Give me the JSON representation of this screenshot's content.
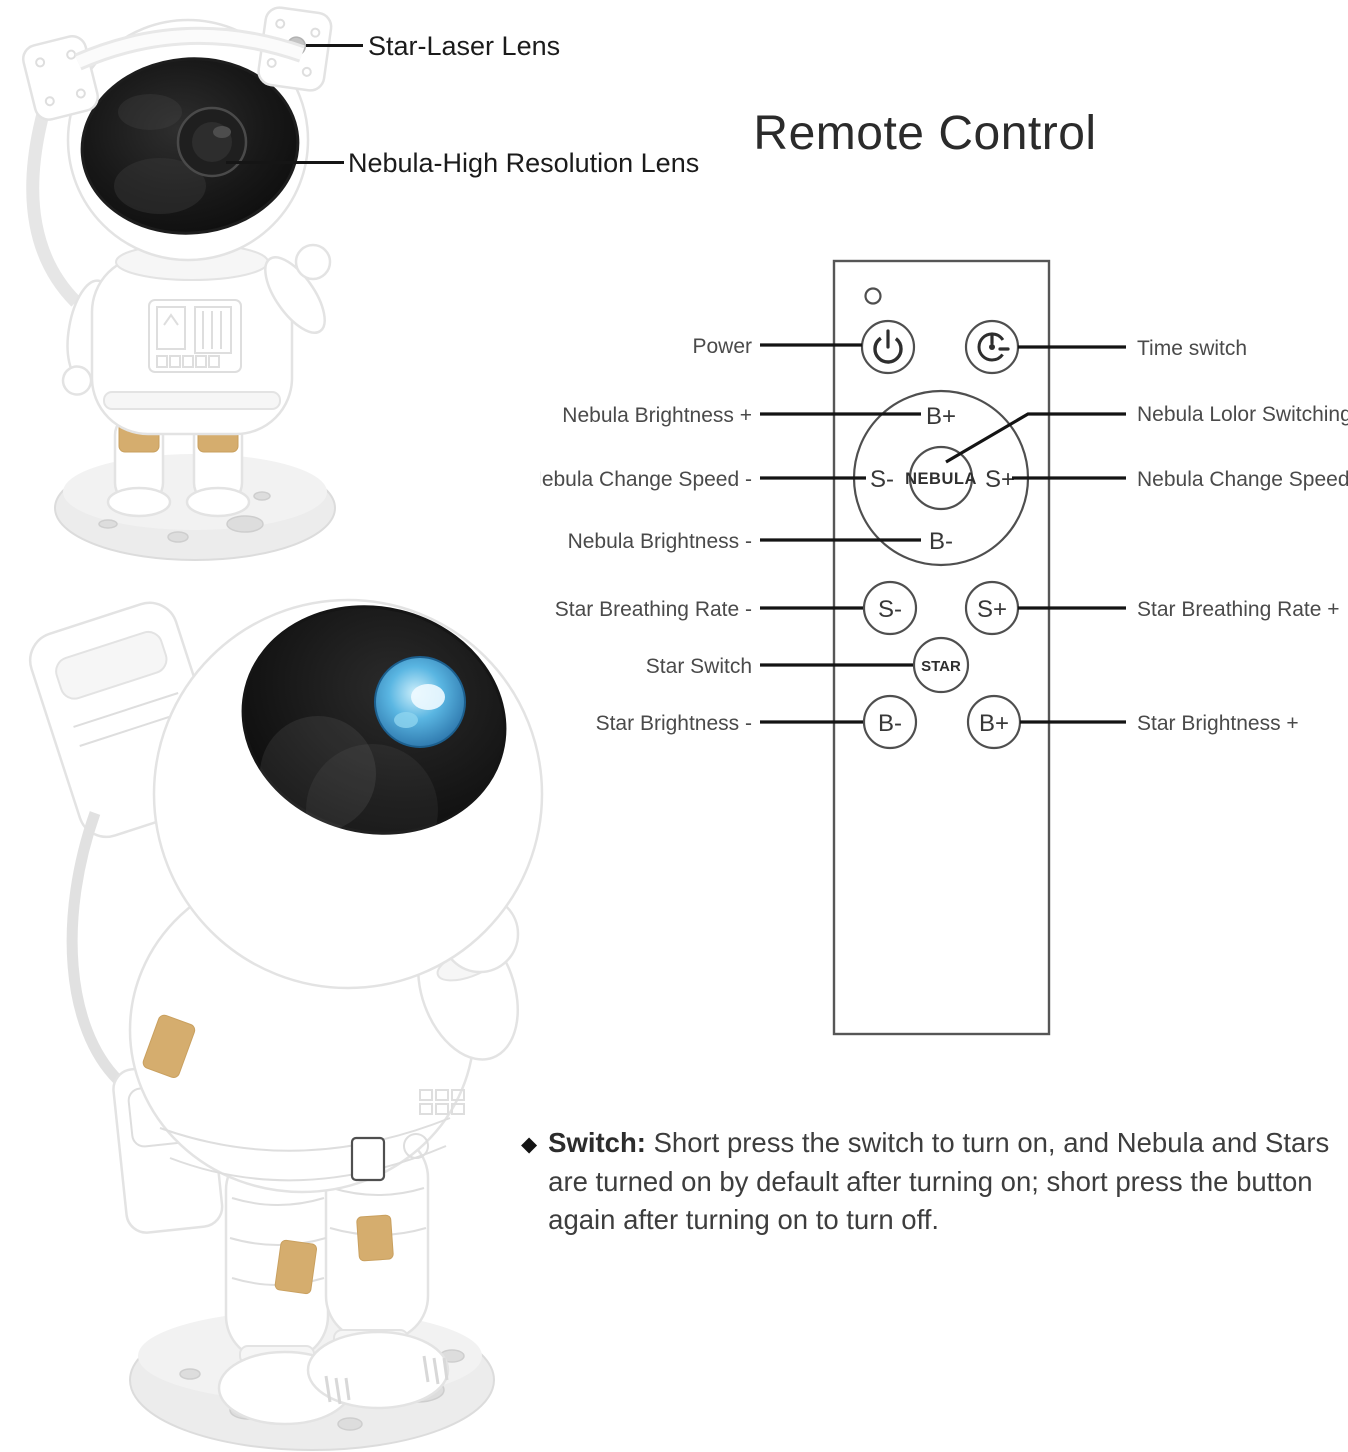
{
  "page": {
    "background": "#ffffff"
  },
  "colors": {
    "title_text": "#2b2b2b",
    "label_text": "#4a4a4a",
    "callout_line": "#151515",
    "remote_outline": "#565656",
    "suit_gold": "#d5ad6e",
    "lens_blue": "#4aa9d8",
    "visor_black": "#141414"
  },
  "icons": {
    "power": "power-icon",
    "time": "timer-clock-icon",
    "led": "led-indicator-dot",
    "bullet": "diamond-bullet"
  },
  "product_callouts": {
    "star_laser_lens": "Star-Laser Lens",
    "nebula_lens": "Nebula-High Resolution Lens"
  },
  "remote": {
    "title": "Remote Control",
    "dial": {
      "top": "B+",
      "left": "S-",
      "center": "NEBULA",
      "right": "S+",
      "bottom": "B-"
    },
    "grid": {
      "s_minus": "S-",
      "s_plus": "S+",
      "star": "STAR",
      "b_minus": "B-",
      "b_plus": "B+"
    },
    "labels_left": [
      "Power",
      "Nebula Brightness +",
      "Nebula Change Speed -",
      "Nebula Brightness -",
      "Star Breathing Rate -",
      "Star Switch",
      "Star Brightness -"
    ],
    "labels_right": [
      "Time switch",
      "Nebula Lolor Switching",
      "Nebula Change Speed +",
      "Star Breathing Rate +",
      "Star Brightness +"
    ]
  },
  "note": {
    "bullet": "◆",
    "label": "Switch:",
    "text": "Short press the switch to turn on, and Nebula and Stars are turned on by default after turning on; short press the button again after turning on to turn off."
  }
}
